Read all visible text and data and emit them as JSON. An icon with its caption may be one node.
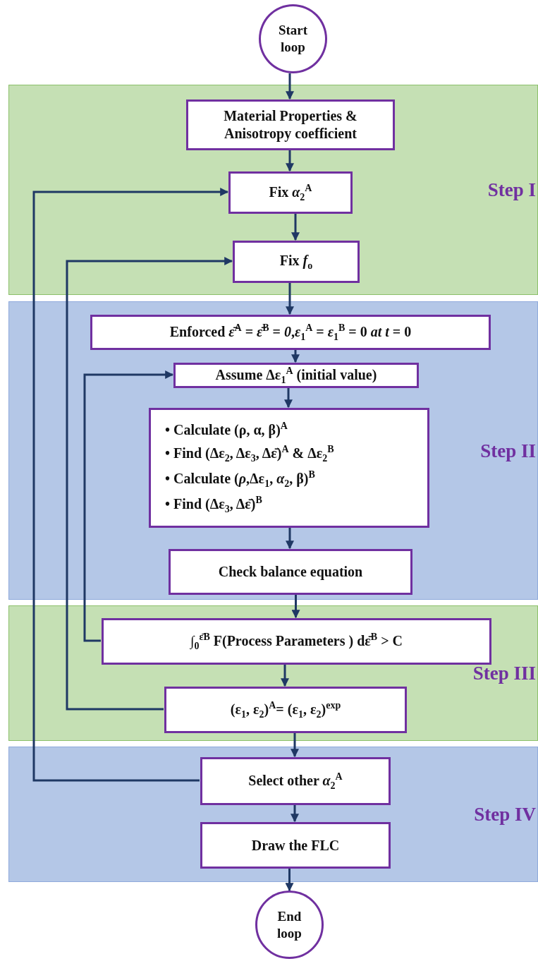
{
  "diagram": {
    "nodes": [
      {
        "text": [
          "Start loop"
        ]
      },
      {
        "text": [
          "Step I"
        ]
      },
      {
        "text": [
          "Material Properties & Anisotropy coefficient"
        ],
        "in": 1
      },
      {
        "text": [
          "Fix *α*$_{2}$$^{A}$"
        ],
        "in": 1
      },
      {
        "text": [
          "Fix *f*$_{o}$"
        ],
        "in": 1
      },
      {
        "text": [
          "Step II"
        ]
      },
      {
        "text": [
          "Enforced *ε̄*$^{A}$ = *ε̄*$^{B}$ = *0*,*ε*$_{1}$$^{A}$ = *ε*$_{1}$$^{B}$ = 0 *at t* = 0"
        ],
        "in": 5
      },
      {
        "text": [
          "Assume Δε$_{1}$$^{A}$ (initial  value)"
        ],
        "in": 5
      },
      {
        "text": [
          "• Calculate (ρ, α, β)$^{A}$",
          "• Find (Δε$_{2}$, Δε$_{3}$, Δε̄)$^{A}$ & Δε$_{2}$$^{B}$",
          "• Calculate (*ρ*,Δε$_{1}$, *α*$_{2}$, β)$^{B}$",
          "• Find (Δε$_{3}$, Δε̄)$^{B}$"
        ],
        "in": 5
      },
      {
        "text": [
          "Check balance equation"
        ],
        "in": 5
      },
      {
        "text": [
          "Step III"
        ]
      },
      {
        "text": [
          "∫$_{0}$$^{ε̄B}$ F(Process Parameters ) dε̄$^{B}$ > C"
        ],
        "in": 10
      },
      {
        "text": [
          "(ε$_{1}$, ε$_{2}$)$^{A}$= (ε$_{1}$, ε$_{2}$)$^{exp}$"
        ],
        "in": 10
      },
      {
        "text": [
          "Step IV"
        ]
      },
      {
        "text": [
          "Select other *α*$_{2}$$^{A}$"
        ],
        "in": 13
      },
      {
        "text": [
          "Draw the FLC"
        ],
        "in": 13
      },
      {
        "text": [
          "End loop"
        ]
      }
    ],
    "edges": [
      {
        "from": 0,
        "to": 2,
        "arrow": "to"
      },
      {
        "from": 2,
        "to": 3,
        "arrow": "to"
      },
      {
        "from": 3,
        "to": 4,
        "arrow": "to"
      },
      {
        "from": 4,
        "to": 6,
        "arrow": "to"
      },
      {
        "from": 6,
        "to": 7,
        "arrow": "to"
      },
      {
        "from": 7,
        "to": 8,
        "arrow": "to"
      },
      {
        "from": 8,
        "to": 9,
        "arrow": "to"
      },
      {
        "from": 9,
        "to": 11,
        "arrow": "to"
      },
      {
        "from": 11,
        "to": 7,
        "arrow": "to"
      },
      {
        "from": 11,
        "to": 12,
        "arrow": "to"
      },
      {
        "from": 12,
        "to": 4,
        "arrow": "to"
      },
      {
        "from": 12,
        "to": 14,
        "arrow": "to"
      },
      {
        "from": 14,
        "to": 3,
        "arrow": "to"
      },
      {
        "from": 14,
        "to": 15,
        "arrow": "to"
      },
      {
        "from": 15,
        "to": 16,
        "arrow": "to"
      }
    ]
  }
}
